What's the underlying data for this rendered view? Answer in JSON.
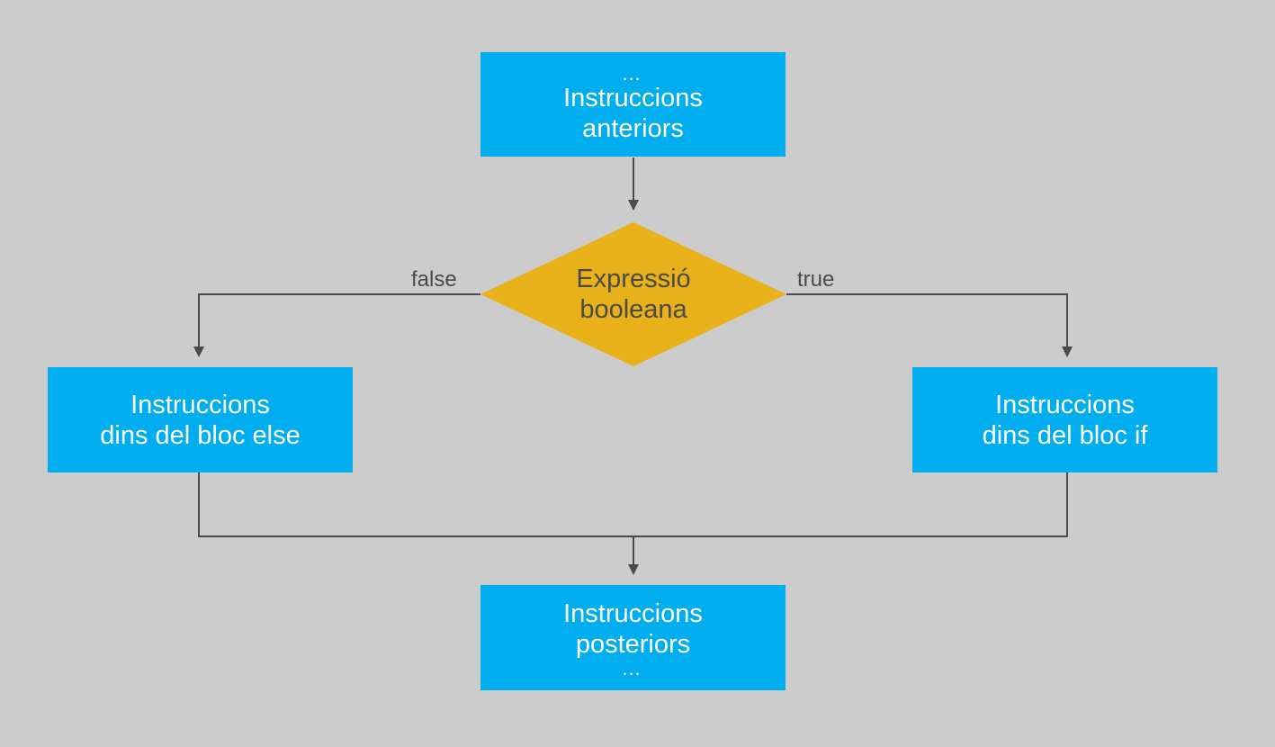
{
  "nodes": {
    "previous": {
      "dots": "…",
      "line1": "Instruccions",
      "line2": "anteriors"
    },
    "condition": {
      "line1": "Expressió",
      "line2": "booleana"
    },
    "else_block": {
      "line1": "Instruccions",
      "line2": "dins del bloc else"
    },
    "if_block": {
      "line1": "Instruccions",
      "line2": "dins del bloc if"
    },
    "next": {
      "line1": "Instruccions",
      "line2": "posteriors",
      "dots": "…"
    }
  },
  "edges": {
    "false_label": "false",
    "true_label": "true"
  },
  "colors": {
    "background": "#cccccc",
    "process_box": "#00adef",
    "decision": "#e8b11a",
    "connector": "#4a4a4a",
    "box_text": "#ffffff",
    "label_text": "#4a4a4a"
  }
}
